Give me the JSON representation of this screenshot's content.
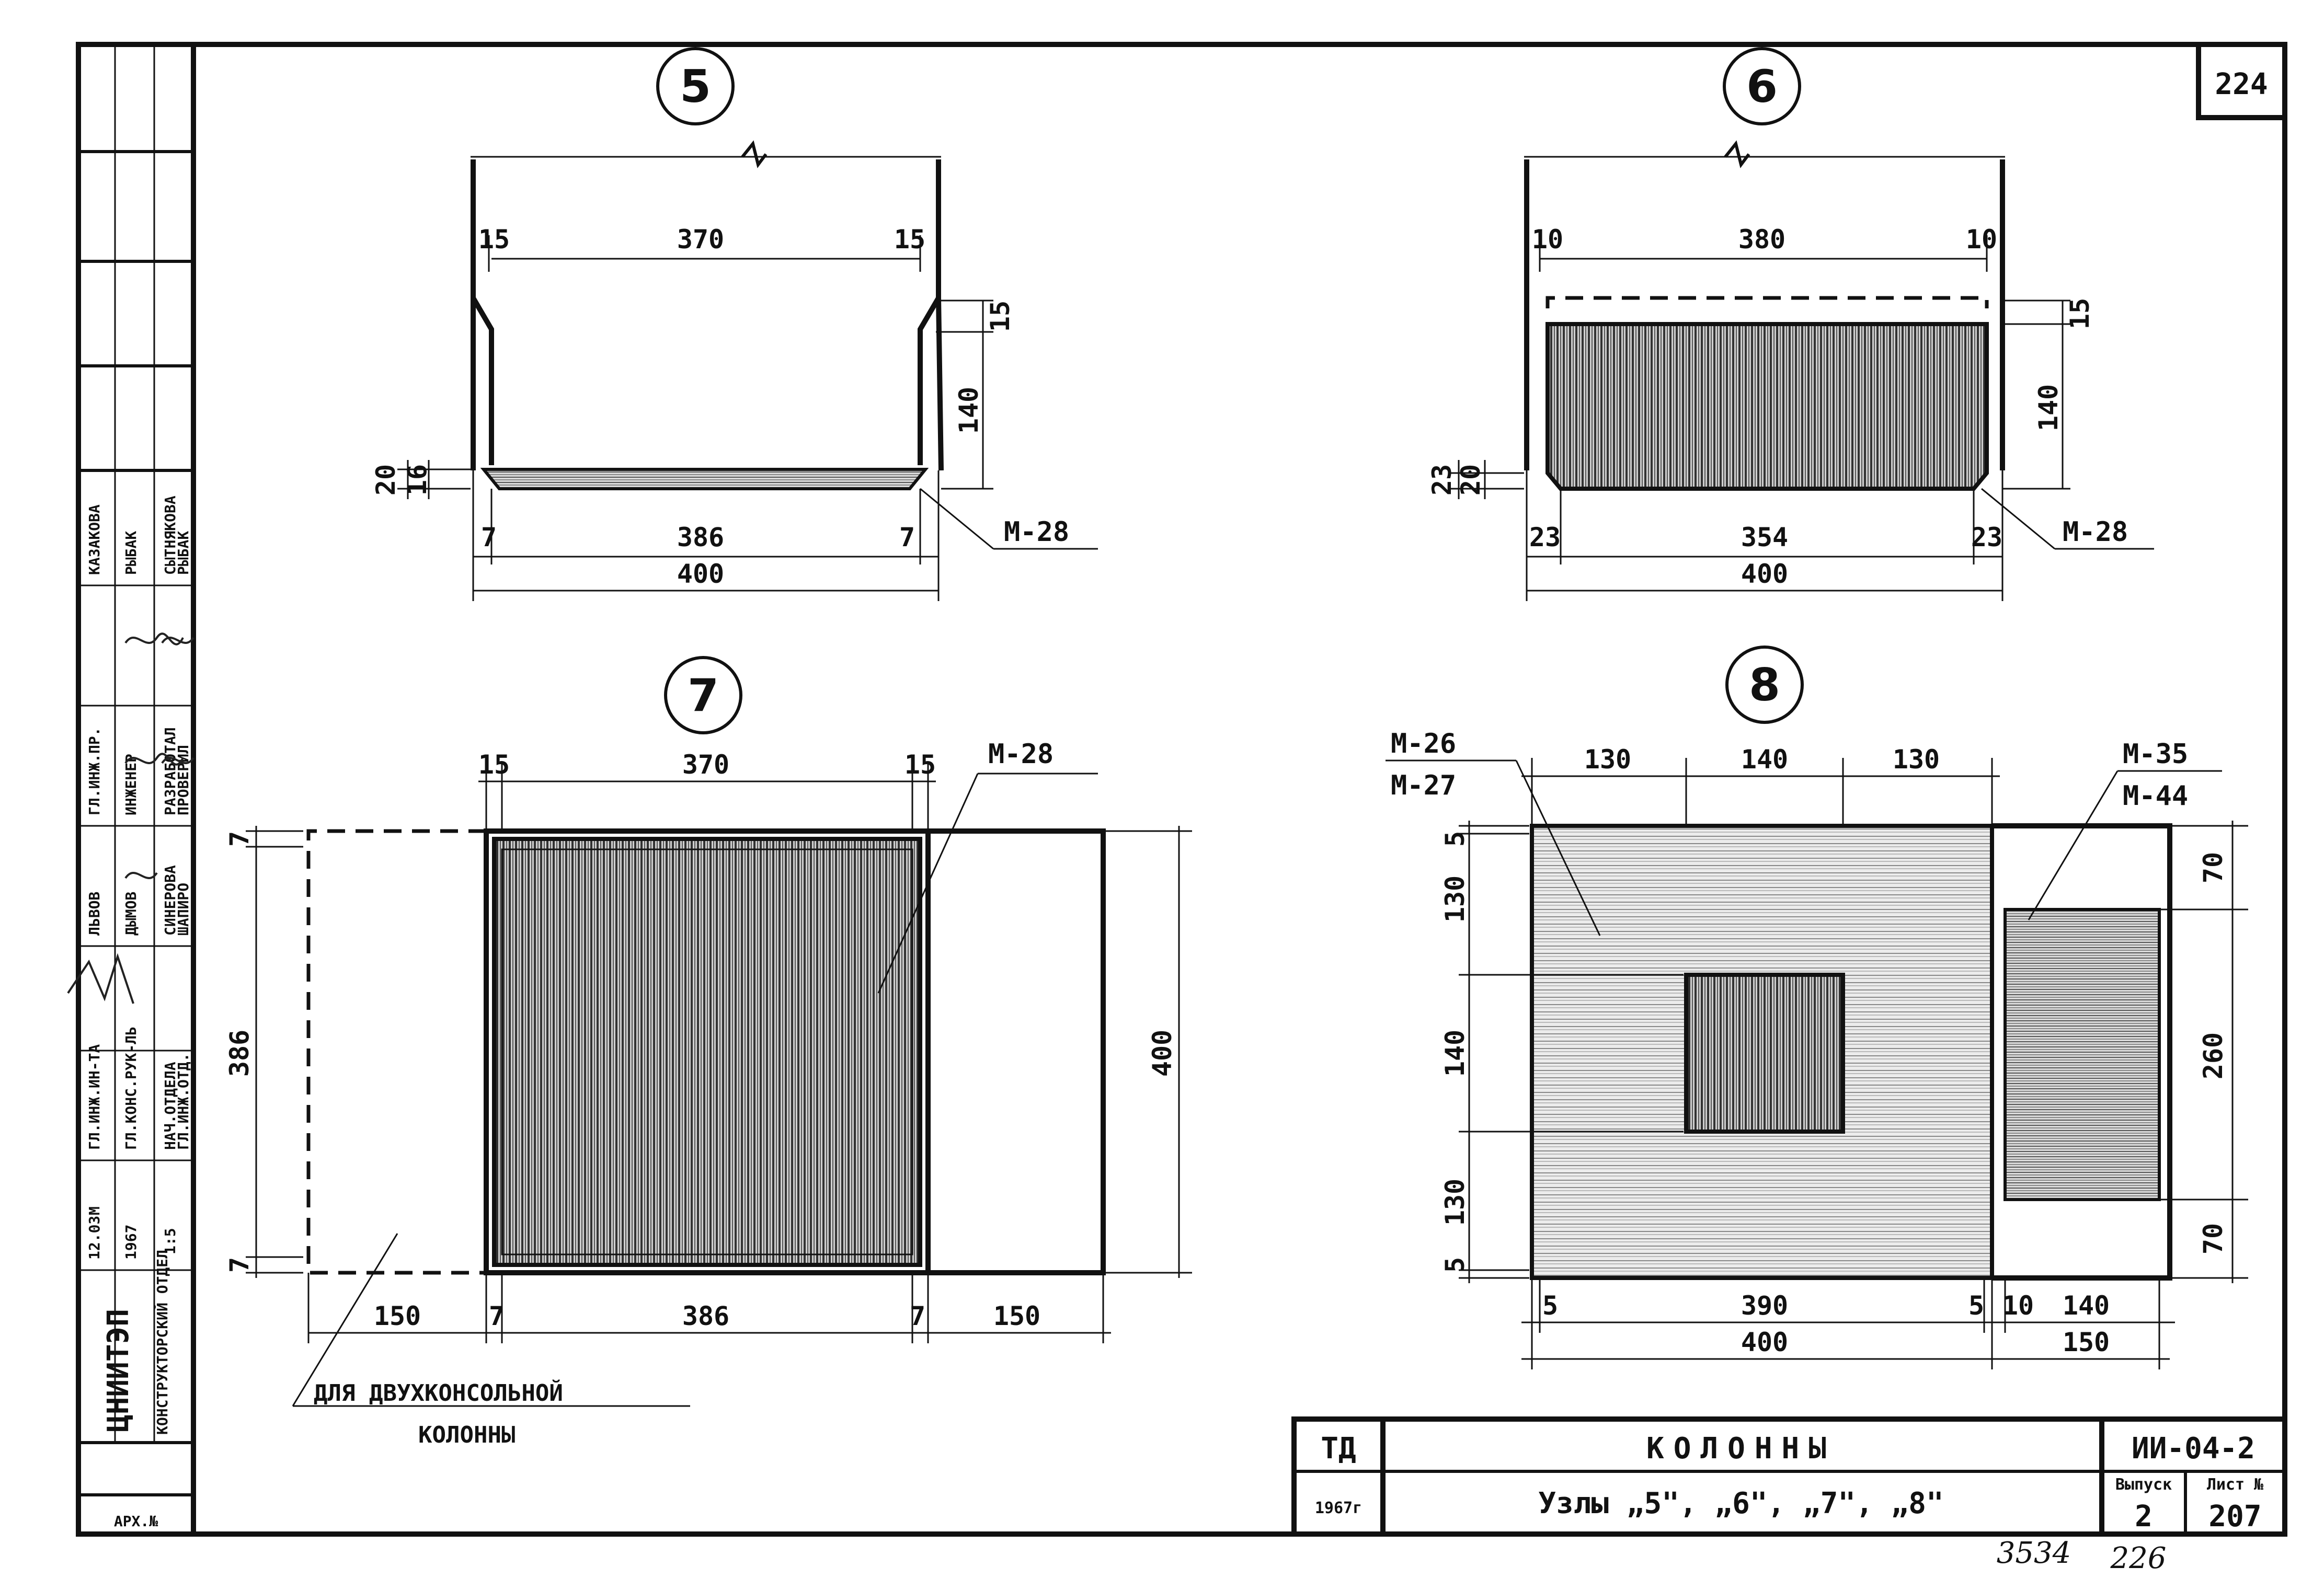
{
  "sheet": {
    "sheet_number": "224",
    "drawing_code": "ИИ-04-2",
    "series_label": "ТД",
    "year": "1967г",
    "title": "КОЛОННЫ",
    "subtitle": "Узлы „5\", „6\", „7\", „8\"",
    "issue_label": "Выпуск",
    "issue_value": "2",
    "sheet_label": "Лист №",
    "sheet_value": "207",
    "handwritten_1": "3534",
    "handwritten_2": "226"
  },
  "side_stamp": {
    "org": "ЦНИИТЭП",
    "dept": "КОНСТРУКТОРСКИЙ ОТДЕЛ",
    "arch_no": "АРХ.№",
    "date": "12.03",
    "year": "1967",
    "scale_label": "М",
    "scale": "1:5",
    "roles": [
      "ГЛ.ИНЖ.ИН-ТА",
      "ГЛ.КОНС.РУК-ЛЬ",
      "НАЧ.ОТДЕЛА",
      "ГЛ.ИНЖ.ОТД."
    ],
    "roles2": [
      "ГЛ.ИНЖ.ПР.",
      "ИНЖЕНЕР",
      "РАЗРАБОТАЛ",
      "ПРОВЕРИЛ"
    ],
    "names": [
      "ЛЬВОВ",
      "ДЫМОВ",
      "СИНЕРОВА",
      "ШАПИРО"
    ],
    "names2": [
      "КАЗАКОВА",
      "РЫБАК",
      "СЫТНЯКОВА",
      "РЫБАК"
    ]
  },
  "nodes": {
    "n5": {
      "label": "5",
      "dims_top": [
        "15",
        "370",
        "15"
      ],
      "dims_bottom": [
        "7",
        "386",
        "7"
      ],
      "dim_total": "400",
      "dim_right": [
        "15",
        "140"
      ],
      "dim_left": [
        "20",
        "16"
      ],
      "mark": "М-28"
    },
    "n6": {
      "label": "6",
      "dims_top": [
        "10",
        "380",
        "10"
      ],
      "dims_bottom": [
        "23",
        "354",
        "23"
      ],
      "dim_total": "400",
      "dim_right": [
        "15",
        "140"
      ],
      "dim_left": [
        "23",
        "20"
      ],
      "mark": "М-28"
    },
    "n7": {
      "label": "7",
      "dims_top": [
        "15",
        "370",
        "15"
      ],
      "dims_bottom": [
        "150",
        "7",
        "386",
        "7",
        "150"
      ],
      "dim_left": [
        "7",
        "386",
        "7"
      ],
      "dim_right": "400",
      "mark": "М-28",
      "note_line1": "ДЛЯ ДВУХКОНСОЛЬНОЙ",
      "note_line2": "КОЛОННЫ"
    },
    "n8": {
      "label": "8",
      "dims_top": [
        "130",
        "140",
        "130"
      ],
      "dims_bottom": [
        "5",
        "390",
        "5",
        "10",
        "140"
      ],
      "dim_total": "400",
      "dim_total_right": "150",
      "dim_left": [
        "5",
        "130",
        "140",
        "130",
        "5"
      ],
      "dim_right": [
        "70",
        "260",
        "70"
      ],
      "mark_left_top": "М-26",
      "mark_left_bottom": "М-27",
      "mark_right_top": "М-35",
      "mark_right_bottom": "М-44"
    }
  }
}
